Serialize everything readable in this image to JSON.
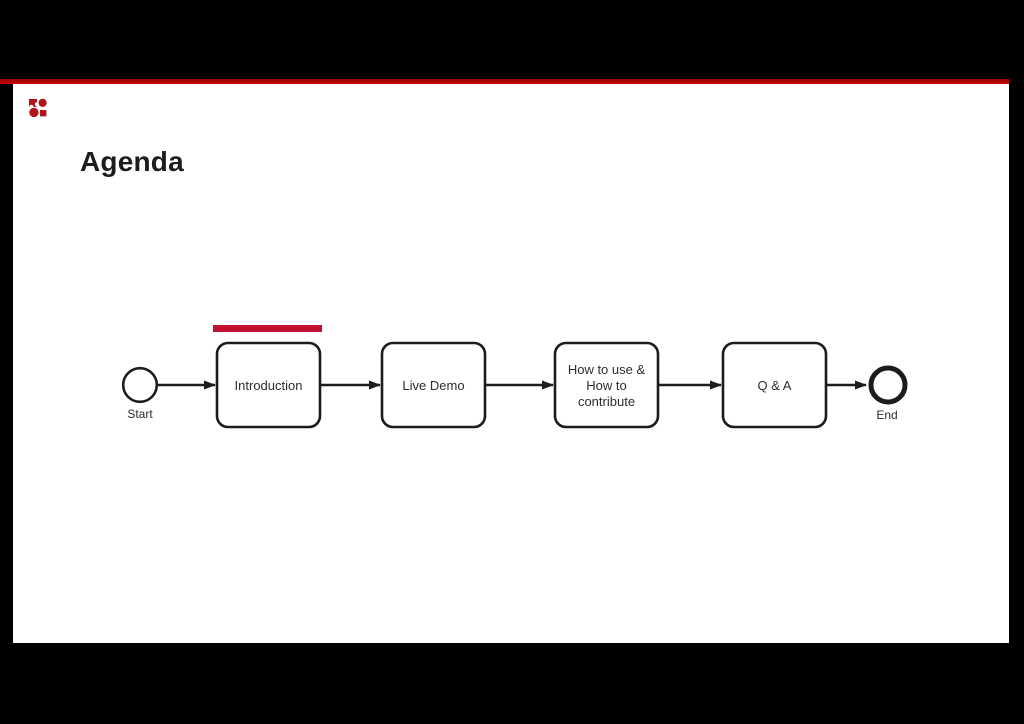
{
  "slide": {
    "title": "Agenda",
    "background": "#ffffff",
    "frame_background": "#000000"
  },
  "colors": {
    "accent_red": "#c40505",
    "highlight_red": "#c21232",
    "logo_red": "#b0151a",
    "diagram_stroke": "#1c1c1c",
    "diagram_text": "#2d2d2d"
  },
  "diagram": {
    "type": "flow",
    "start": {
      "label": "Start",
      "shape": "circle-thin"
    },
    "end": {
      "label": "End",
      "shape": "circle-thick"
    },
    "steps": [
      {
        "label": "Introduction",
        "highlighted": true
      },
      {
        "label": "Live Demo",
        "highlighted": false
      },
      {
        "lines": [
          "How to use &",
          "How to",
          "contribute"
        ],
        "highlighted": false
      },
      {
        "label": "Q & A",
        "highlighted": false
      }
    ],
    "edges": [
      "Start -> Introduction",
      "Introduction -> Live Demo",
      "Live Demo -> How to use & How to contribute",
      "How to use & How to contribute -> Q & A",
      "Q & A -> End"
    ]
  }
}
